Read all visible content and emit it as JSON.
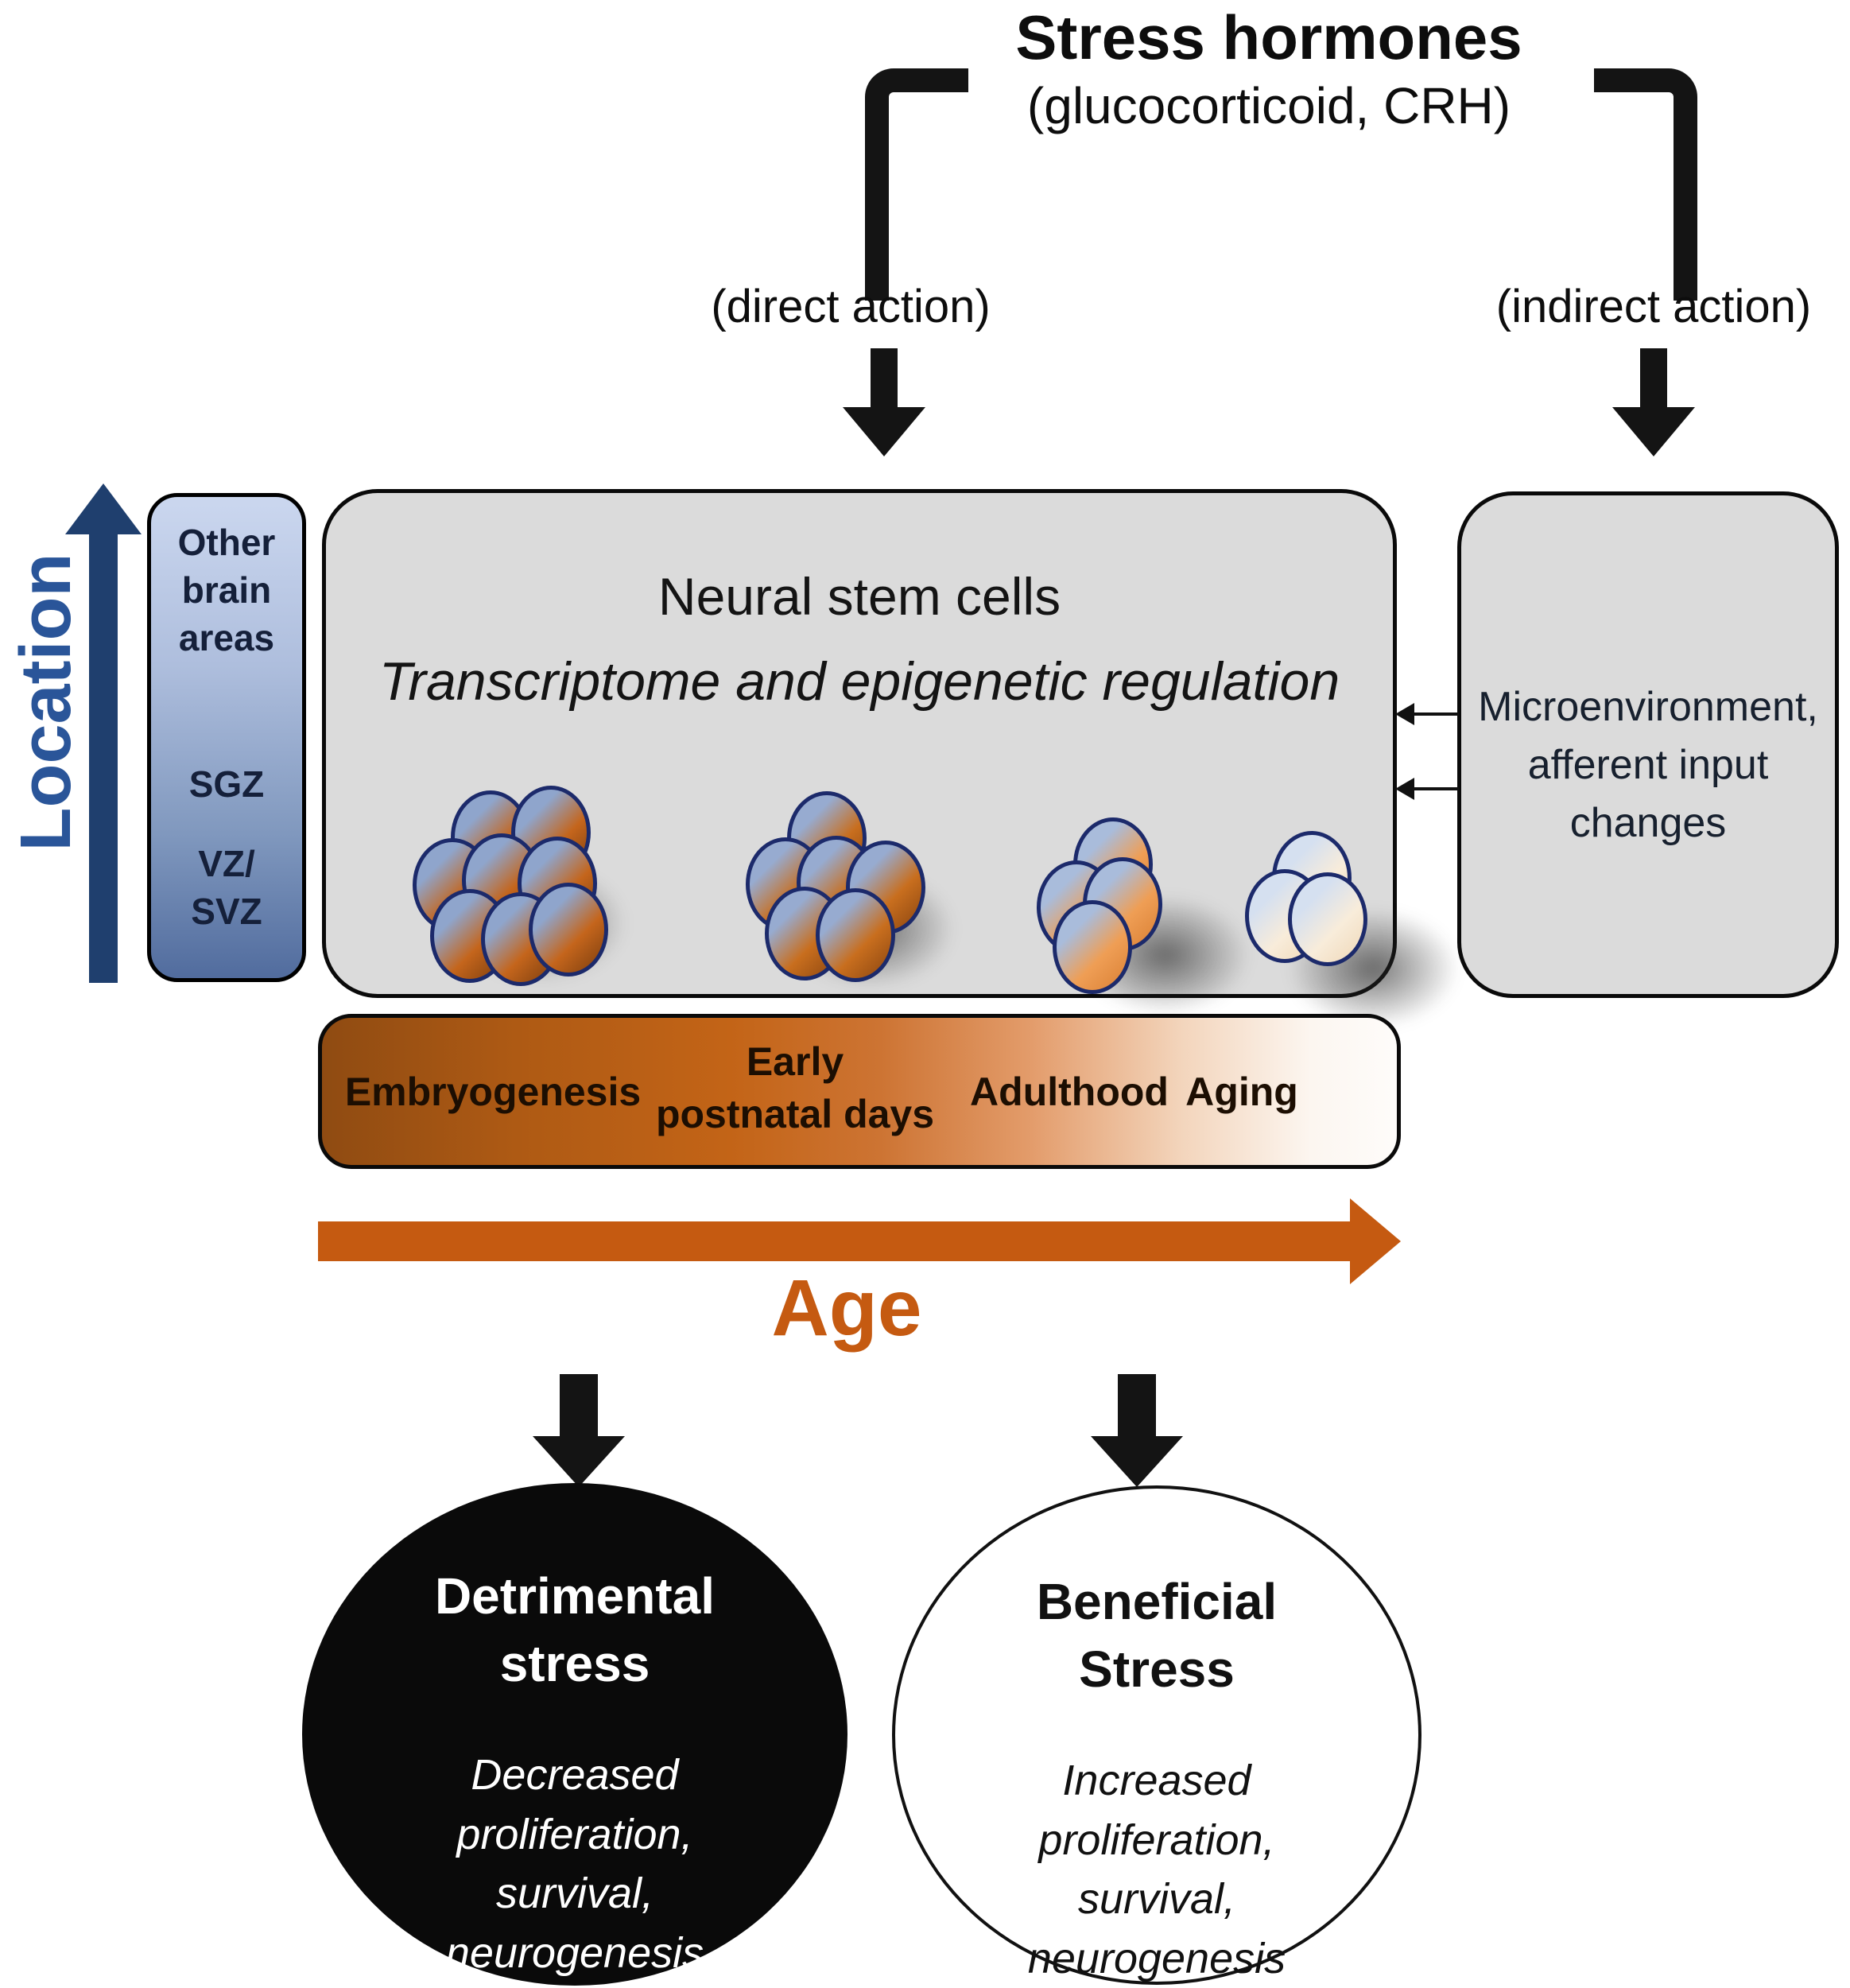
{
  "figure": {
    "title": "Stress hormones",
    "subtitle": "(glucocorticoid, CRH)",
    "direct_action_label": "(direct action)",
    "indirect_action_label": "(indirect action)"
  },
  "location_axis": {
    "label": "Location",
    "zones": [
      {
        "label": "Other\nbrain\nareas"
      },
      {
        "label": "SGZ"
      },
      {
        "label": "VZ/\nSVZ"
      }
    ]
  },
  "nsc_box": {
    "title": "Neural stem cells",
    "subtitle": "Transcriptome and epigenetic regulation",
    "clusters": [
      {
        "stage": "embryogenesis",
        "cells": 8,
        "tone_top": "#8FA5CC",
        "tone_main": "#C4651C",
        "tone_dark": "#7A3D0E"
      },
      {
        "stage": "early-postnatal",
        "cells": 6,
        "tone_top": "#97ABD0",
        "tone_main": "#C86E1E",
        "tone_dark": "#8A4510"
      },
      {
        "stage": "adulthood",
        "cells": 4,
        "tone_top": "#A9BCDB",
        "tone_main": "#EF9E55",
        "tone_dark": "#D97F33"
      },
      {
        "stage": "aging",
        "cells": 3,
        "tone_top": "#D5E0F0",
        "tone_main": "#F8ECDA",
        "tone_dark": "#EFD7B6"
      }
    ]
  },
  "micro_box": {
    "text": "Microenvironment,\nafferent input\nchanges"
  },
  "timeline": {
    "stages": [
      {
        "label": "Embryogenesis"
      },
      {
        "label": "Early\npostnatal days"
      },
      {
        "label": "Adulthood"
      },
      {
        "label": "Aging"
      }
    ],
    "axis_label": "Age"
  },
  "outcomes": [
    {
      "title": "Detrimental\nstress",
      "description": "Decreased\nproliferation,\nsurvival,\nneurogenesis"
    },
    {
      "title": "Beneficial\nStress",
      "description": "Increased\nproliferation,\nsurvival,\nneurogenesis"
    }
  ],
  "colors": {
    "accent_orange": "#C55A11",
    "navy_arrow": "#1F3F6E",
    "location_blue": "#2A5599",
    "box_gray": "#DBDBDB",
    "cell_border_navy": "#1C2A6B",
    "black": "#0A0A0A"
  }
}
